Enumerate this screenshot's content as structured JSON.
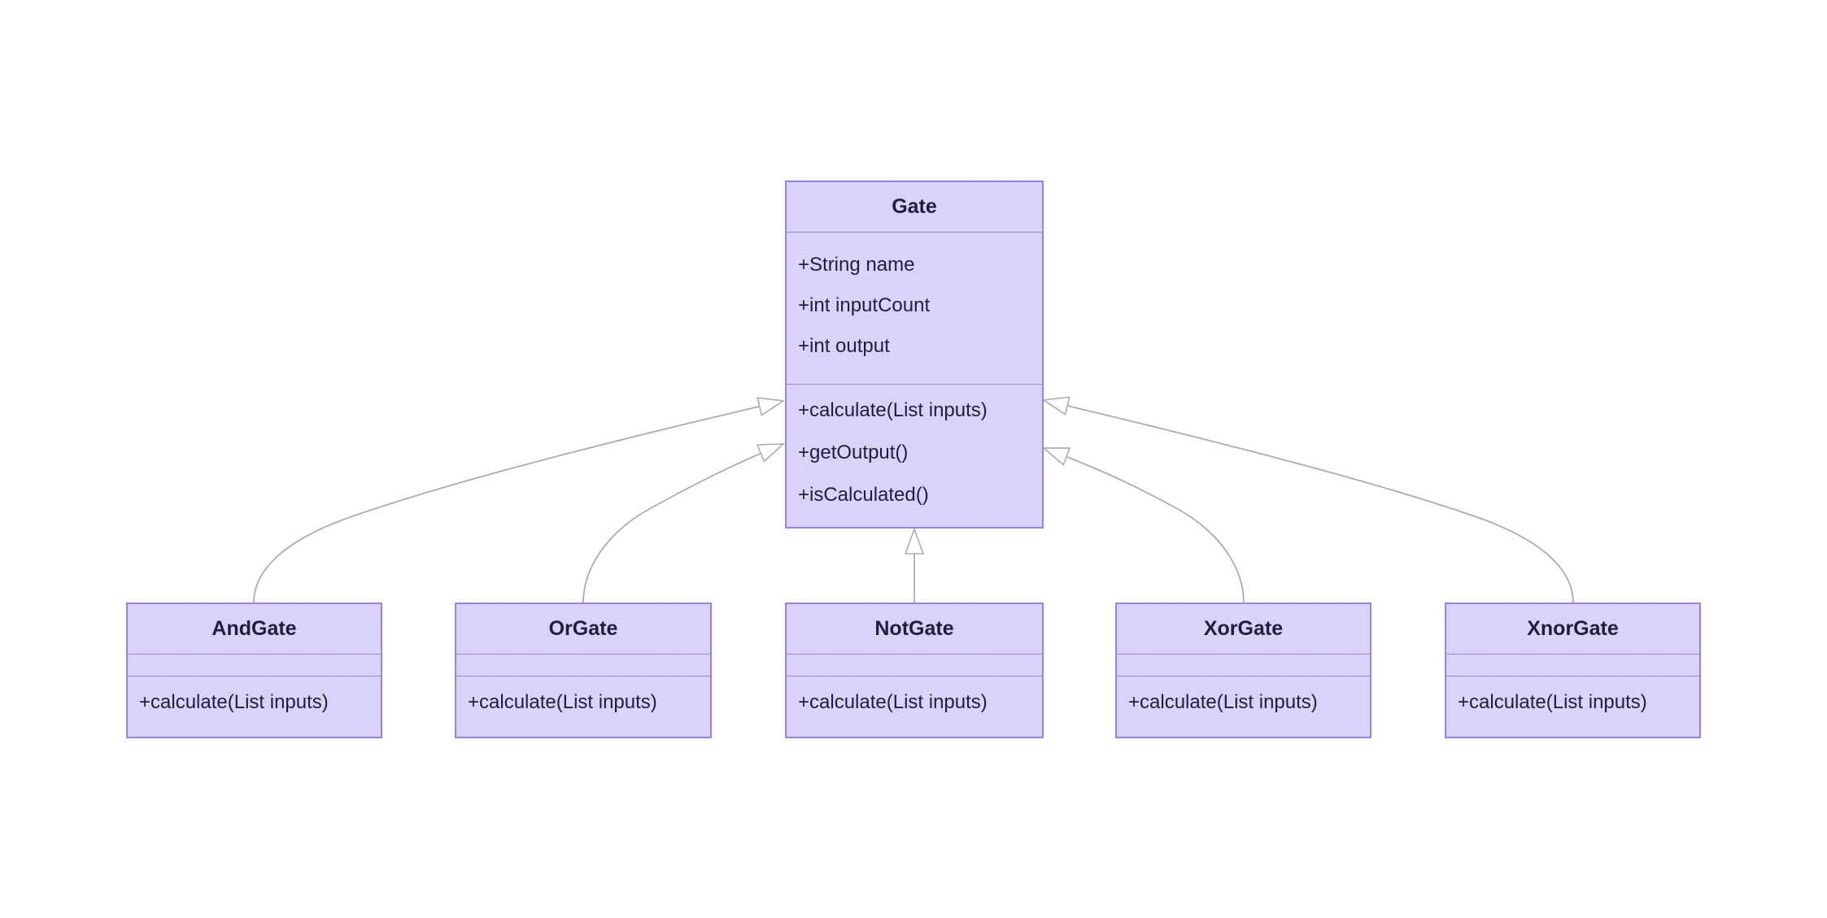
{
  "diagram": {
    "kind": "uml-class-diagram",
    "colors": {
      "background": "#ffffff",
      "node_fill": "#d9d3f9",
      "node_border": "#8f88ea",
      "text": "#1f1e3e",
      "edge": "#abaab6",
      "arrowhead_fill": "#ffffff"
    },
    "classes": [
      {
        "name": "Gate",
        "attributes": [
          "+String name",
          "+int inputCount",
          "+int output"
        ],
        "methods": [
          "+calculate(List inputs)",
          "+getOutput()",
          "+isCalculated()"
        ]
      },
      {
        "name": "AndGate",
        "attributes": [],
        "methods": [
          "+calculate(List inputs)"
        ]
      },
      {
        "name": "OrGate",
        "attributes": [],
        "methods": [
          "+calculate(List inputs)"
        ]
      },
      {
        "name": "NotGate",
        "attributes": [],
        "methods": [
          "+calculate(List inputs)"
        ]
      },
      {
        "name": "XorGate",
        "attributes": [],
        "methods": [
          "+calculate(List inputs)"
        ]
      },
      {
        "name": "XnorGate",
        "attributes": [],
        "methods": [
          "+calculate(List inputs)"
        ]
      }
    ],
    "relationships": [
      {
        "from": "AndGate",
        "to": "Gate",
        "type": "inheritance"
      },
      {
        "from": "OrGate",
        "to": "Gate",
        "type": "inheritance"
      },
      {
        "from": "NotGate",
        "to": "Gate",
        "type": "inheritance"
      },
      {
        "from": "XorGate",
        "to": "Gate",
        "type": "inheritance"
      },
      {
        "from": "XnorGate",
        "to": "Gate",
        "type": "inheritance"
      }
    ]
  }
}
